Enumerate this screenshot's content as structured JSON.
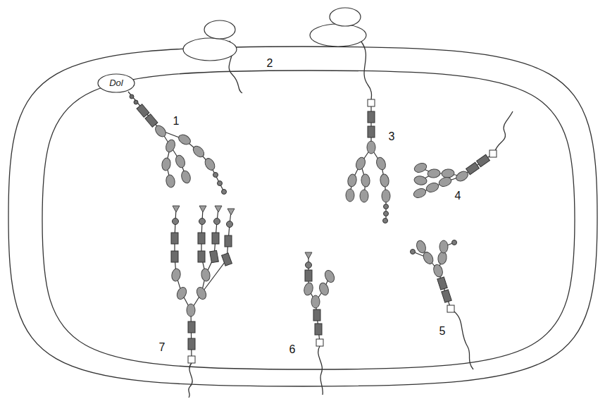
{
  "diagram": {
    "nodes": [
      {
        "text": [
          "Dol"
        ]
      }
    ],
    "labels": [
      "1",
      "2",
      "3",
      "4",
      "5",
      "6",
      "7"
    ]
  }
}
